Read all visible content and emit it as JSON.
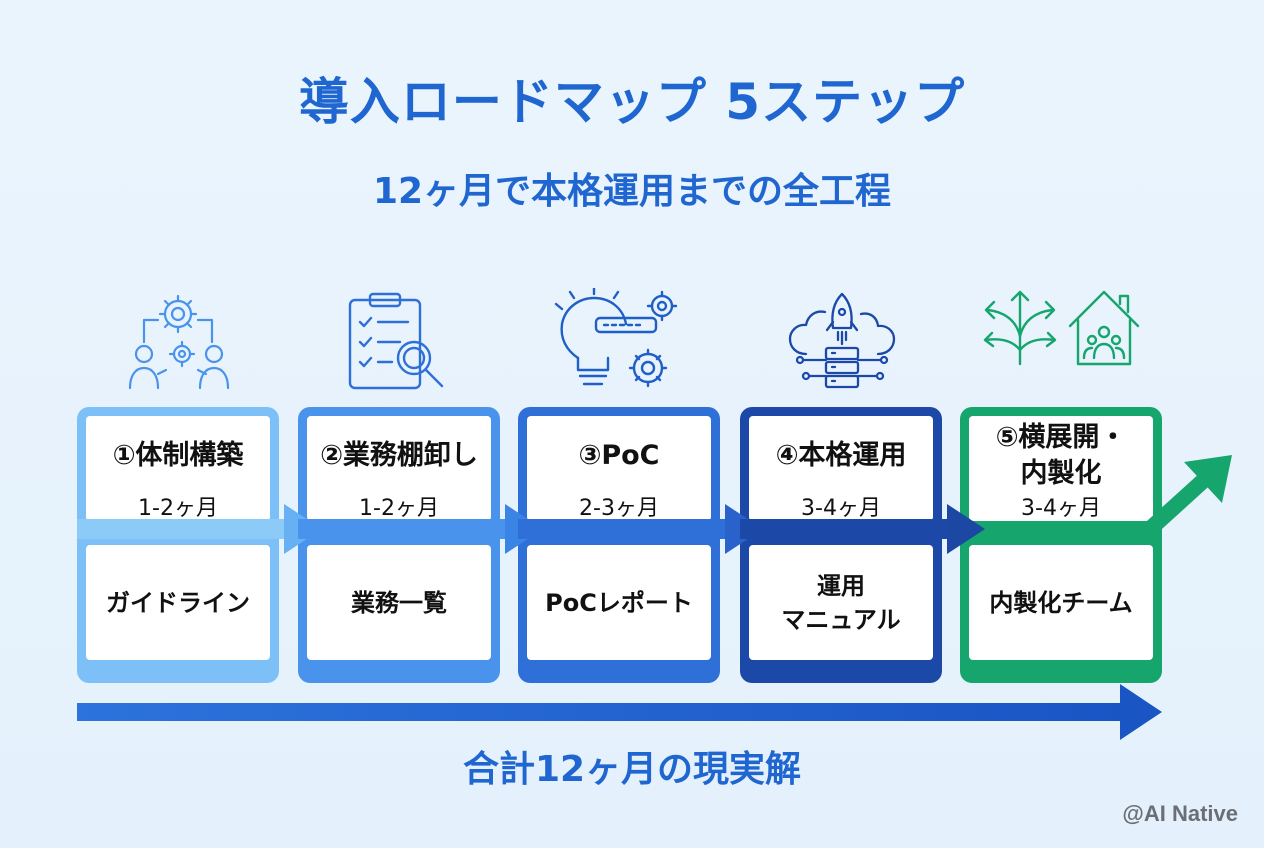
{
  "title": "導入ロードマップ 5ステップ",
  "subtitle": "12ヶ月で本格運用までの全工程",
  "steps": [
    {
      "title": "①体制構築",
      "period": "1-2ヶ月",
      "output": "ガイドライン",
      "color": "#7cc0f7",
      "icon": "team-gears-icon"
    },
    {
      "title": "②業務棚卸し",
      "period": "1-2ヶ月",
      "output": "業務一覧",
      "color": "#4a93ec",
      "icon": "checklist-magnifier-icon"
    },
    {
      "title": "③PoC",
      "period": "2-3ヶ月",
      "output": "PoCレポート",
      "color": "#2f6fd8",
      "icon": "lightbulb-gears-icon"
    },
    {
      "title": "④本格運用",
      "period": "3-4ヶ月",
      "output": "運用\nマニュアル",
      "color": "#1c49a8",
      "icon": "cloud-rocket-server-icon"
    },
    {
      "title": "⑤横展開・\n内製化",
      "period": "3-4ヶ月",
      "output": "内製化チーム",
      "color": "#16a56d",
      "icon": "branch-arrows-house-team-icon"
    }
  ],
  "total_label": "合計12ヶ月の現実解",
  "credit": "@AI Native",
  "colors": {
    "accent": "#1f66d1",
    "green": "#16a56d"
  }
}
